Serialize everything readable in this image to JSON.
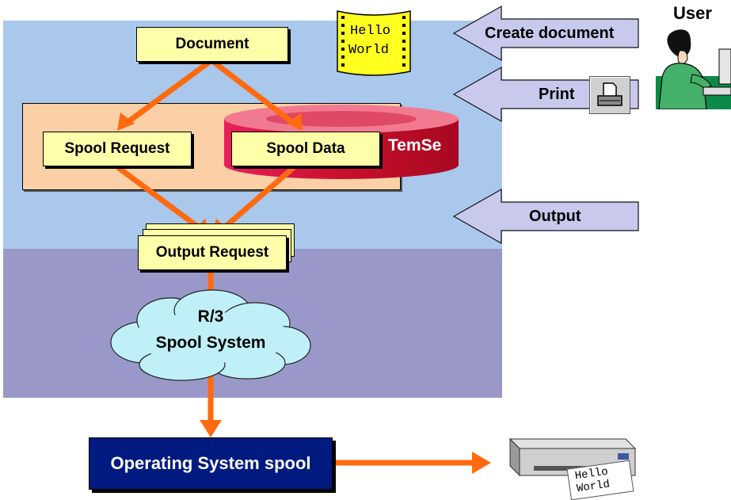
{
  "diagram": {
    "document_label": "Document",
    "spool_request_label": "Spool Request",
    "spool_data_label": "Spool Data",
    "temse_label": "TemSe",
    "output_request_label": "Output Request",
    "spool_system_line1": "R/3",
    "spool_system_line2": "Spool System",
    "os_spool_label": "Operating System spool",
    "hello_line1": "Hello",
    "hello_line2": "World",
    "printout_line1": "Hello",
    "printout_line2": "World"
  },
  "actions": {
    "create_document": "Create document",
    "print": "Print",
    "output": "Output"
  },
  "user": {
    "label": "User"
  },
  "colors": {
    "top_band": "#a9c8ec",
    "bottom_band": "#9998c8",
    "box_fill": "#ffffaa",
    "arrow": "#ff6a10",
    "temse": "#d8183c",
    "os_spool": "#001a80",
    "action_arrow": "#c9c9ee"
  },
  "icons": [
    "printer-icon",
    "user-at-computer-icon",
    "printer-device-icon",
    "hello-world-document-icon"
  ]
}
